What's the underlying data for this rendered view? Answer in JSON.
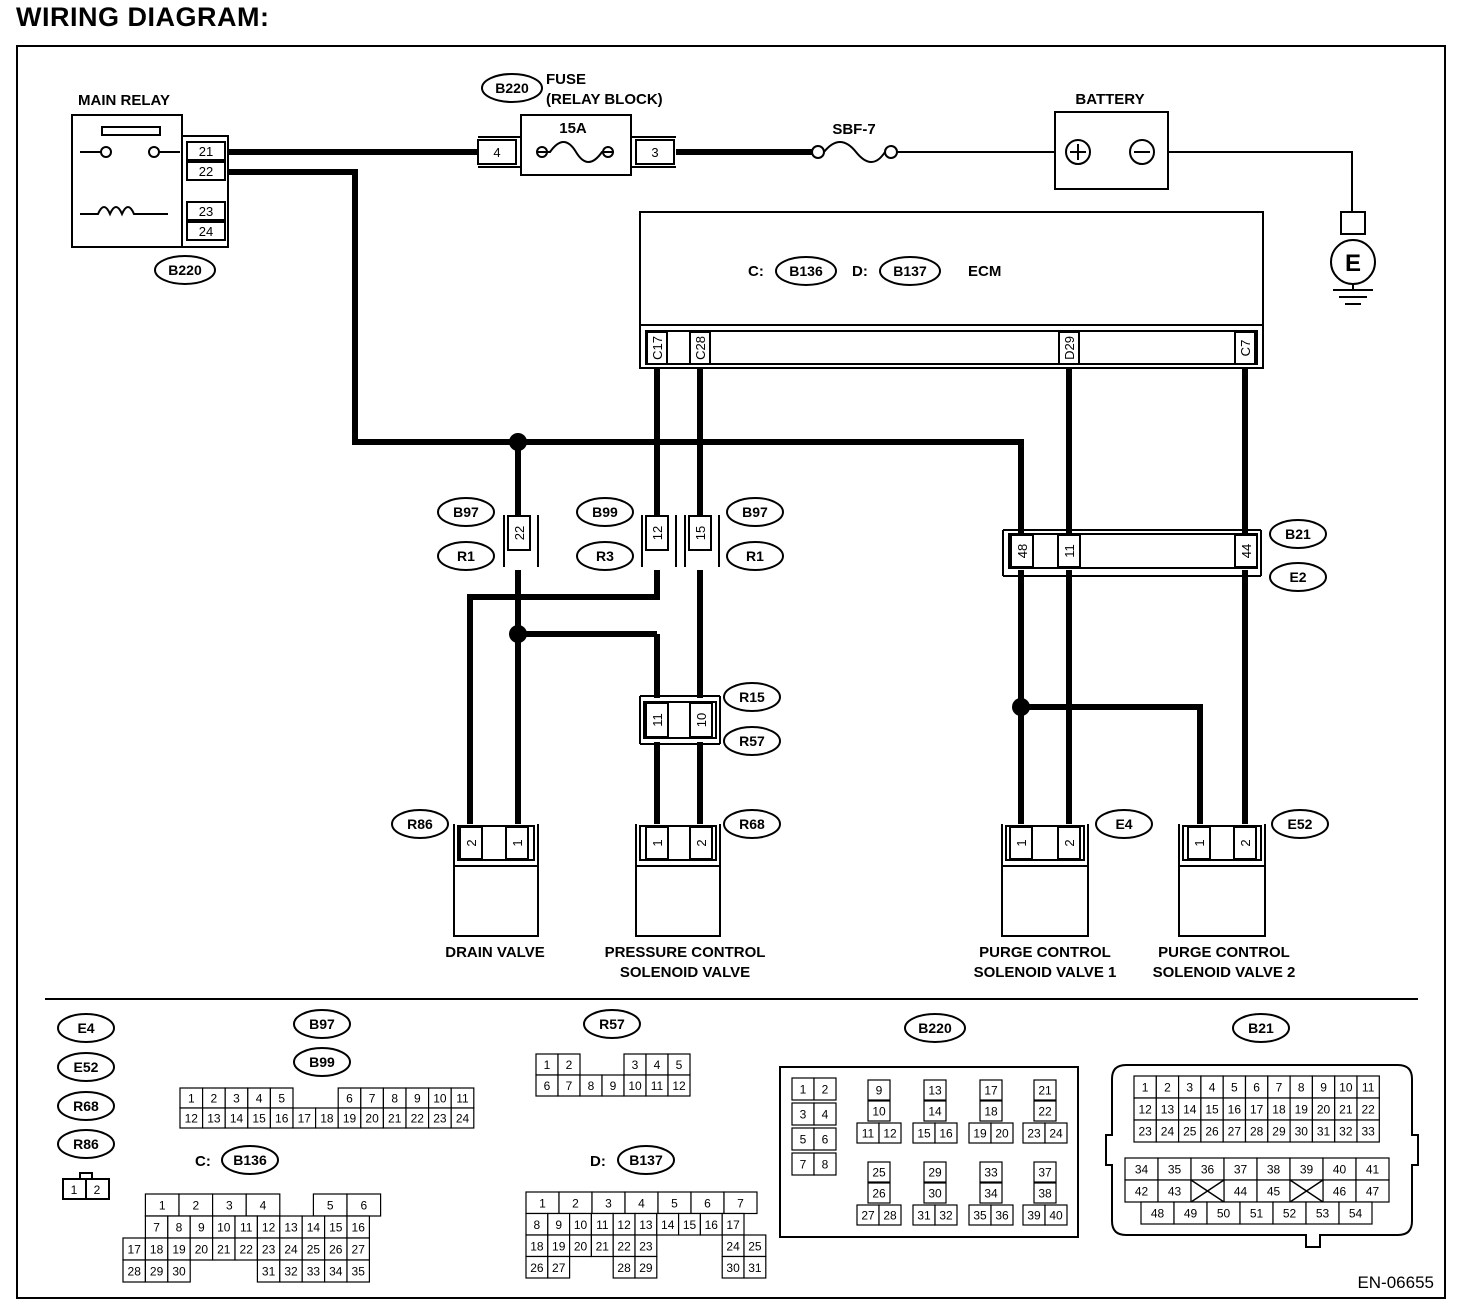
{
  "title": "WIRING DIAGRAM:",
  "footer_code": "EN-06655",
  "components": {
    "main_relay": {
      "label": "MAIN RELAY",
      "connector": "B220",
      "pins": [
        "21",
        "22",
        "23",
        "24"
      ]
    },
    "fuse": {
      "connector": "B220",
      "label_line1": "FUSE",
      "label_line2": "(RELAY BLOCK)",
      "rating": "15A",
      "pin_left": "4",
      "pin_right": "3"
    },
    "sbf": {
      "label": "SBF-7"
    },
    "battery": {
      "label": "BATTERY"
    },
    "ground": {
      "label": "E"
    },
    "ecm": {
      "label": "ECM",
      "c_prefix": "C:",
      "c_conn": "B136",
      "d_prefix": "D:",
      "d_conn": "B137",
      "pins": [
        "C17",
        "C28",
        "D29",
        "C7"
      ]
    },
    "joint_b97_22": {
      "top": "B97",
      "bottom": "R1",
      "pin": "22"
    },
    "joint_b99_12": {
      "top": "B99",
      "bottom": "R3",
      "pin": "12"
    },
    "joint_b97_15": {
      "top": "B97",
      "bottom": "R1",
      "pin": "15"
    },
    "joint_b21": {
      "top": "B21",
      "bottom": "E2",
      "pins": [
        "48",
        "11",
        "44"
      ]
    },
    "joint_r15": {
      "top": "R15",
      "bottom": "R57",
      "pins": [
        "11",
        "10"
      ]
    },
    "drain_valve": {
      "connector": "R86",
      "label_line1": "DRAIN VALVE",
      "pins": [
        "2",
        "1"
      ]
    },
    "pressure_valve": {
      "connector": "R68",
      "label_line1": "PRESSURE CONTROL",
      "label_line2": "SOLENOID VALVE",
      "pins": [
        "1",
        "2"
      ]
    },
    "purge_valve_1": {
      "connector": "E4",
      "label_line1": "PURGE CONTROL",
      "label_line2": "SOLENOID VALVE 1",
      "pins": [
        "1",
        "2"
      ]
    },
    "purge_valve_2": {
      "connector": "E52",
      "label_line1": "PURGE CONTROL",
      "label_line2": "SOLENOID VALVE 2",
      "pins": [
        "1",
        "2"
      ]
    }
  },
  "connector_views": {
    "two_pin": {
      "labels": [
        "E4",
        "E52",
        "R68",
        "R86"
      ],
      "pins": [
        "1",
        "2"
      ]
    },
    "b97_b99": {
      "labels": [
        "B97",
        "B99"
      ],
      "row1": [
        "1",
        "2",
        "3",
        "4",
        "5",
        "6",
        "7",
        "8",
        "9",
        "10",
        "11"
      ],
      "row2": [
        "12",
        "13",
        "14",
        "15",
        "16",
        "17",
        "18",
        "19",
        "20",
        "21",
        "22",
        "23",
        "24"
      ]
    },
    "r57": {
      "label": "R57",
      "row1": [
        "1",
        "2",
        "3",
        "4",
        "5"
      ],
      "row2": [
        "6",
        "7",
        "8",
        "9",
        "10",
        "11",
        "12"
      ]
    },
    "b136": {
      "prefix": "C:",
      "label": "B136",
      "rows": [
        [
          "1",
          "2",
          "3",
          "4",
          "5",
          "6"
        ],
        [
          "7",
          "8",
          "9",
          "10",
          "11",
          "12",
          "13",
          "14",
          "15",
          "16"
        ],
        [
          "17",
          "18",
          "19",
          "20",
          "21",
          "22",
          "23",
          "24",
          "25",
          "26",
          "27"
        ],
        [
          "28",
          "29",
          "30",
          "31",
          "32",
          "33",
          "34",
          "35"
        ]
      ]
    },
    "b137": {
      "prefix": "D:",
      "label": "B137",
      "rows": [
        [
          "1",
          "2",
          "3",
          "4",
          "5",
          "6",
          "7"
        ],
        [
          "8",
          "9",
          "10",
          "11",
          "12",
          "13",
          "14",
          "15",
          "16",
          "17"
        ],
        [
          "18",
          "19",
          "20",
          "21",
          "22",
          "23",
          "24",
          "25"
        ],
        [
          "26",
          "27",
          "28",
          "29",
          "30",
          "31"
        ]
      ]
    },
    "b220": {
      "label": "B220",
      "cells": [
        "1",
        "2",
        "3",
        "4",
        "5",
        "6",
        "7",
        "8",
        "9",
        "10",
        "11",
        "12",
        "13",
        "14",
        "15",
        "16",
        "17",
        "18",
        "19",
        "20",
        "21",
        "22",
        "23",
        "24",
        "25",
        "26",
        "27",
        "28",
        "29",
        "30",
        "31",
        "32",
        "33",
        "34",
        "35",
        "36",
        "37",
        "38",
        "39",
        "40"
      ]
    },
    "b21": {
      "label": "B21",
      "rows": [
        [
          "1",
          "2",
          "3",
          "4",
          "5",
          "6",
          "7",
          "8",
          "9",
          "10",
          "11"
        ],
        [
          "12",
          "13",
          "14",
          "15",
          "16",
          "17",
          "18",
          "19",
          "20",
          "21",
          "22"
        ],
        [
          "23",
          "24",
          "25",
          "26",
          "27",
          "28",
          "29",
          "30",
          "31",
          "32",
          "33"
        ],
        [
          "34",
          "35",
          "36",
          "37",
          "38",
          "39",
          "40",
          "41"
        ],
        [
          "42",
          "43",
          "44",
          "45",
          "46",
          "47"
        ],
        [
          "48",
          "49",
          "50",
          "51",
          "52",
          "53",
          "54"
        ]
      ]
    }
  }
}
